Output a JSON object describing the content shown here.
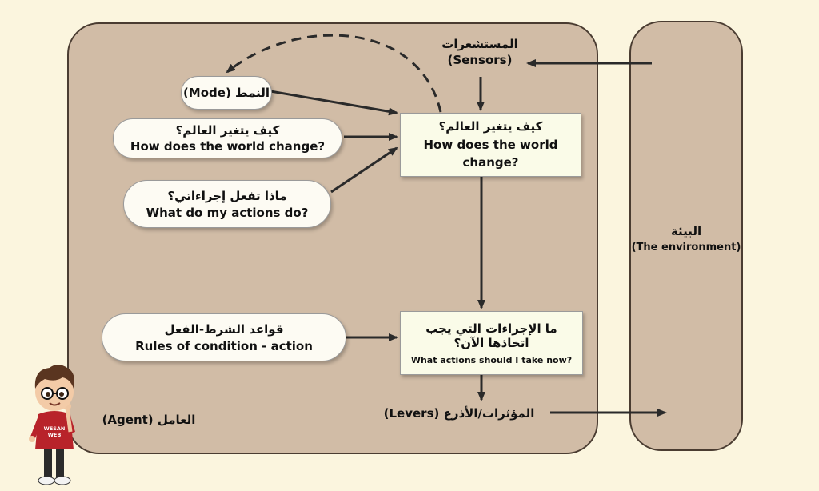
{
  "agent": {
    "label": "(Agent) العامل"
  },
  "environment": {
    "label_ar": "البيئة",
    "label_en": "(The environment)"
  },
  "sensors": {
    "label_ar": "المستشعرات",
    "label_en": "(Sensors)"
  },
  "mode": {
    "label": "(Mode) النمط"
  },
  "world_change_input": {
    "label_ar": "كيف يتغير العالم؟",
    "label_en": "How does the world change?"
  },
  "actions_do": {
    "label_ar": "ماذا تفعل إجراءاتي؟",
    "label_en": "What do my actions do?"
  },
  "rules": {
    "label_ar": "قواعد الشرط-الفعل",
    "label_en": "Rules of condition - action"
  },
  "world_change_box": {
    "label_ar": "كيف يتغير العالم؟",
    "label_en": "How does the world change?"
  },
  "actions_now_box": {
    "label_ar": "ما الإجراءات التي يجب اتخاذها الآن؟",
    "label_en": "What actions should I take now?"
  },
  "levers": {
    "label": "المؤثرات/الأذرع (Levers)"
  },
  "mascot": {
    "shirt_text": "WESAN WEB"
  }
}
